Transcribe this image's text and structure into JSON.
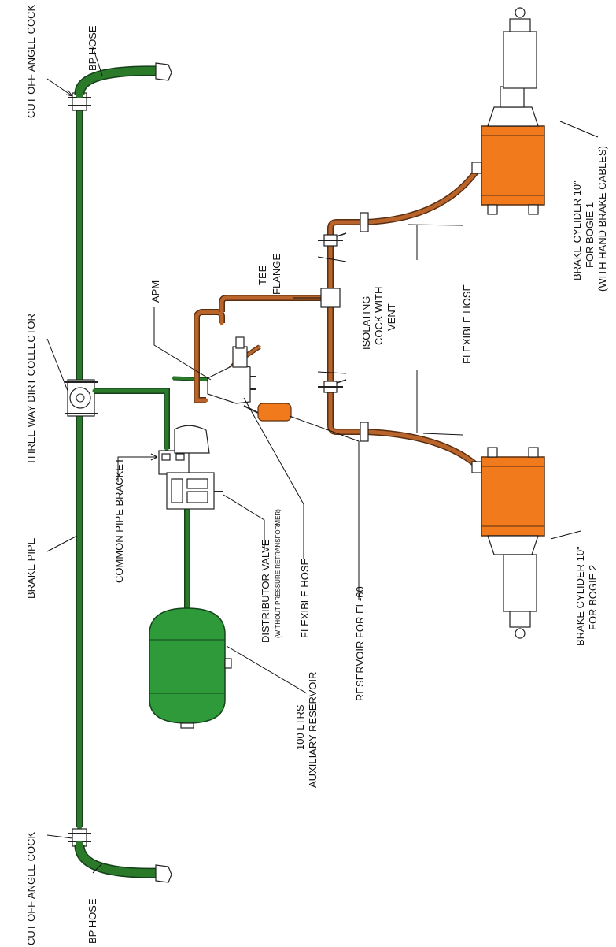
{
  "labels": {
    "cut_off_angle_cock_top": "CUT OFF ANGLE COCK",
    "bp_hose_top": "BP HOSE",
    "three_way_dirt_collector": "THREE WAY DIRT COLLECTOR",
    "brake_pipe": "BRAKE PIPE",
    "cut_off_angle_cock_bottom": "CUT OFF ANGLE COCK",
    "bp_hose_bottom": "BP HOSE",
    "common_pipe_bracket": "COMMON PIPE BRACKET",
    "distributor_valve": "DISTRIBUTOR VALVE",
    "distributor_valve_note": "(WITHOUT PRESSURE RETRANSFORMER)",
    "flexible_hose_left": "FLEXIBLE HOSE",
    "reservoir_el60": "RESERVOIR FOR EL-60",
    "aux_res_line1": "100 LTRS",
    "aux_res_line2": "AUXILIARY RESERVOIR",
    "apm": "APM",
    "tee": "TEE",
    "flange": "FLANGE",
    "isolating_line1": "ISOLATING",
    "isolating_line2": "COCK WITH",
    "isolating_line3": "VENT",
    "flexible_hose_right": "FLEXIBLE HOSE",
    "bc1_line1": "BRAKE CYLIDER 10\"",
    "bc1_line2": "FOR BOGIE 1",
    "bc1_line3": "(WITH HAND BRAKE CABLES)",
    "bc2_line1": "BRAKE CYLIDER 10\"",
    "bc2_line2": "FOR BOGIE 2"
  },
  "colors": {
    "brake_pipe": "#2a7a2a",
    "brake_cylinder_pipe": "#b8642a",
    "cylinder_body": "#f07a1c",
    "reservoir": "#2e9a3a"
  }
}
